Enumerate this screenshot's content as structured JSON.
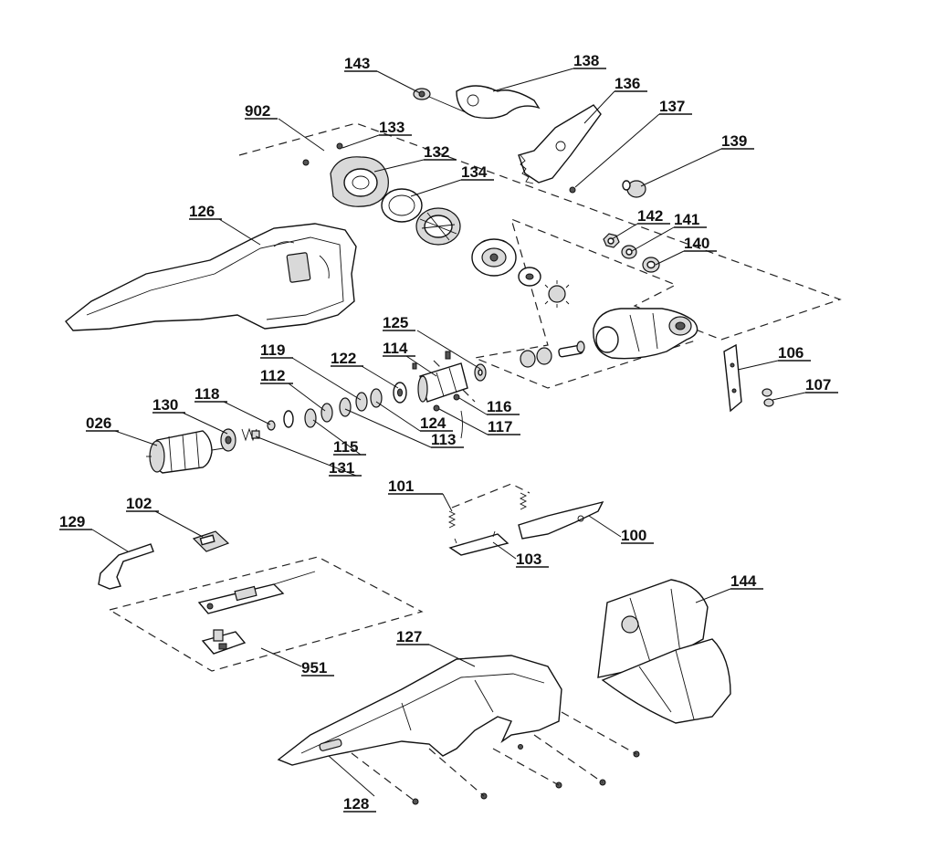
{
  "diagram": {
    "type": "exploded-parts-view",
    "labels": {
      "p026": "026",
      "p100": "100",
      "p101": "101",
      "p102": "102",
      "p103": "103",
      "p106": "106",
      "p107": "107",
      "p112": "112",
      "p113": "113",
      "p114": "114",
      "p115": "115",
      "p116": "116",
      "p117": "117",
      "p118": "118",
      "p119": "119",
      "p122": "122",
      "p124": "124",
      "p125": "125",
      "p126": "126",
      "p127": "127",
      "p128": "128",
      "p129": "129",
      "p130": "130",
      "p131": "131",
      "p132": "132",
      "p133": "133",
      "p134": "134",
      "p136": "136",
      "p137": "137",
      "p138": "138",
      "p139": "139",
      "p140": "140",
      "p141": "141",
      "p142": "142",
      "p143": "143",
      "p144": "144",
      "p902": "902",
      "p951": "951"
    }
  }
}
